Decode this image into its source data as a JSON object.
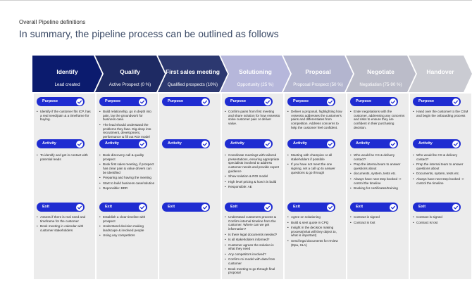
{
  "header": {
    "kicker": "Overall Pipeline definitions",
    "title": "In summary, the pipeline process can be outlined as follows"
  },
  "colors": {
    "stage_backgrounds": [
      "#0b1b6e",
      "#1e2a63",
      "#2c3870",
      "#b6b7db",
      "#b3b5cf",
      "#bbbcc9",
      "#cacbd2"
    ],
    "column_background": "#ececec",
    "pill": "#1f2cd1"
  },
  "sections": [
    "Purpose",
    "Activity",
    "Exit"
  ],
  "icons": {
    "check": "check-circle-icon"
  },
  "stages": [
    {
      "title": "Identify",
      "subtitle": "Lead created",
      "purpose": [
        "Identify if the customer fits ICP, has a real need/pain & a timeframe for buying."
      ],
      "activity": [
        "To identify and get in contact with potential leads"
      ],
      "exit": [
        "Assess if there is real need and timeframe for the customer",
        "Book meeting in calendar with customer stakeholders"
      ]
    },
    {
      "title": "Qualify",
      "subtitle": "Active Prospect (0 %)",
      "purpose": [
        "Build relationship, go in depth into pain, lay the groundwork for business case.",
        "The lead should understand the problems they fase. Dig deep into recruitment, development, performance & fill out ROI model"
      ],
      "activity": [
        "Book discovery call & quality prospect",
        "Book first sales meeting, if prospect has clear pain & value drivers can be identified",
        "Preparing and having the meeting",
        "Start to build business case/solution",
        "Reponsible: BDR"
      ],
      "exit": [
        "Establish a clear timeline with prospect",
        "Understand decision making landscape & involved people",
        "Using any competitors"
      ]
    },
    {
      "title": "First sales meeting",
      "subtitle": "Qualified prospects (10%)",
      "purpose": [],
      "activity": [],
      "exit": []
    },
    {
      "title": "Solutioning",
      "subtitle": "Opportunity (25 %)",
      "purpose": [
        "Confirm pains from first meeting and share solution for how Assessio solve customer pain or deliver value."
      ],
      "activity": [
        "Coordinate meetings with tailored presentations, ensuring appropriate specialists involved to address customer needs and provide expert guidance",
        "Show solution & ROI model",
        "High level pricing & how it is build",
        "Responsible: AE"
      ],
      "exit": [
        "Understand customers process & Confirm internal timeline from the customer. Where can we get information?",
        "Is there legal documents needed?",
        "Is all stakeholders informed?",
        "Customer agrees the solution is what they need",
        "Any competitors involved?",
        "Confirm roi model with data from customer",
        "Book meeting to go through final proposal"
      ]
    },
    {
      "title": "Proposal",
      "subtitle": "Proposal Prospect (50 %)",
      "purpose": [
        "Deliver a proposal, highlighting how Assessio addresses the customer's pains and differentiates from competition. Address concerns to help the customer feel confident."
      ],
      "activity": [
        "Meeting with champion or all stakeholders if possible",
        "If you have not meet the one signing, set a call up to answer questions & go through"
      ],
      "exit": [
        "Agree on solutioning",
        "Build & sent quote in CPQ",
        "Insight in the decision making process(what will they object to, what is important)",
        "Send legal documents for review (Dpa, SLA)"
      ]
    },
    {
      "title": "Negotiate",
      "subtitle": "Negotiation (75-90 %)",
      "purpose": [
        "Enter negotiations with the customer, addressing any concerns and risks to ensure they are confident in their purchasing decision."
      ],
      "activity": [
        "Who would be CS & delivery contact?",
        "Prep the internal team to answer questions about",
        "documents, system, tests etc.",
        "Always have next step booked -> control the timeline",
        "Booking for certificates/training"
      ],
      "exit": [
        "Contract is signed",
        "Contract is lost"
      ]
    },
    {
      "title": "Handover",
      "subtitle": "",
      "purpose": [
        "Hand over the customer to the CSM and begin the onboarding process"
      ],
      "activity": [
        "Who would be CS & delivery contact?",
        "Prep the internal team to answer questions about",
        "Documents, system, tests etc.",
        "Always have next step booked -> control the timeline"
      ],
      "exit": [
        "Contract is signed",
        "Contract is lost"
      ]
    }
  ]
}
